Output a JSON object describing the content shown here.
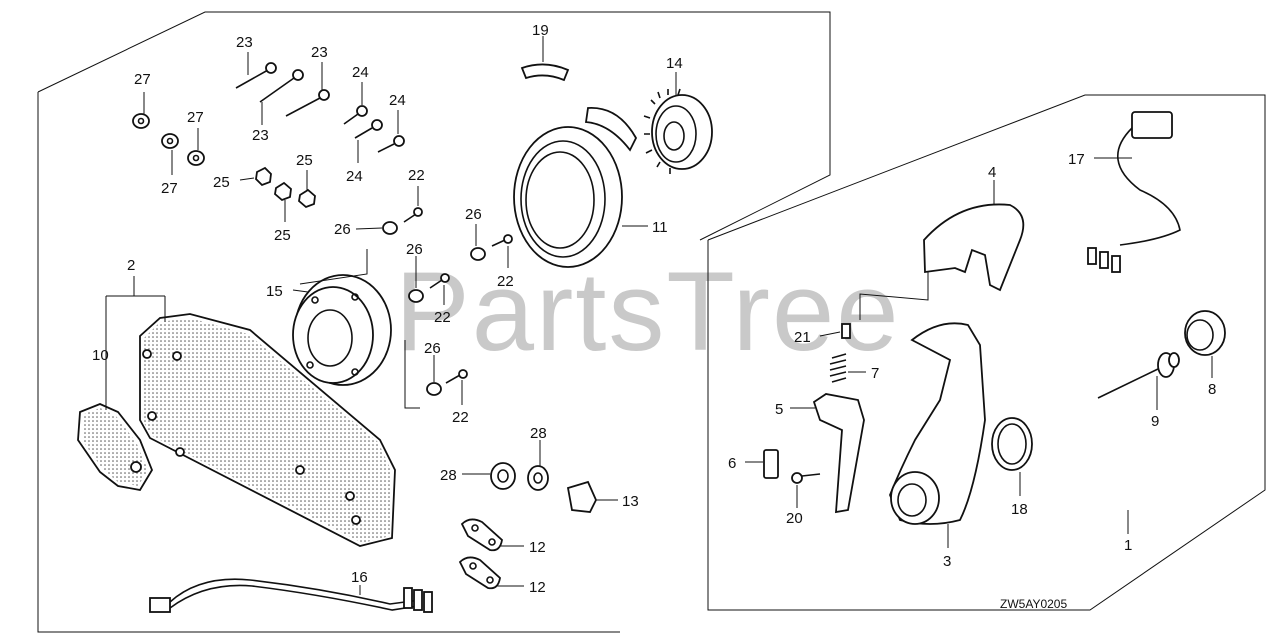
{
  "watermark": "PartsTree",
  "diagram_code": "ZW5AY0205",
  "callouts": {
    "c1": "1",
    "c2": "2",
    "c3": "3",
    "c4": "4",
    "c5": "5",
    "c6": "6",
    "c7": "7",
    "c8": "8",
    "c9": "9",
    "c10": "10",
    "c11": "11",
    "c12a": "12",
    "c12b": "12",
    "c13": "13",
    "c14": "14",
    "c15": "15",
    "c16": "16",
    "c17": "17",
    "c18": "18",
    "c19": "19",
    "c20": "20",
    "c21": "21",
    "c22a": "22",
    "c22b": "22",
    "c22c": "22",
    "c22d": "22",
    "c23a": "23",
    "c23b": "23",
    "c23c": "23",
    "c24a": "24",
    "c24b": "24",
    "c24c": "24",
    "c25a": "25",
    "c25b": "25",
    "c25c": "25",
    "c26a": "26",
    "c26b": "26",
    "c26c": "26",
    "c26d": "26",
    "c27a": "27",
    "c27b": "27",
    "c27c": "27",
    "c28a": "28",
    "c28b": "28"
  }
}
